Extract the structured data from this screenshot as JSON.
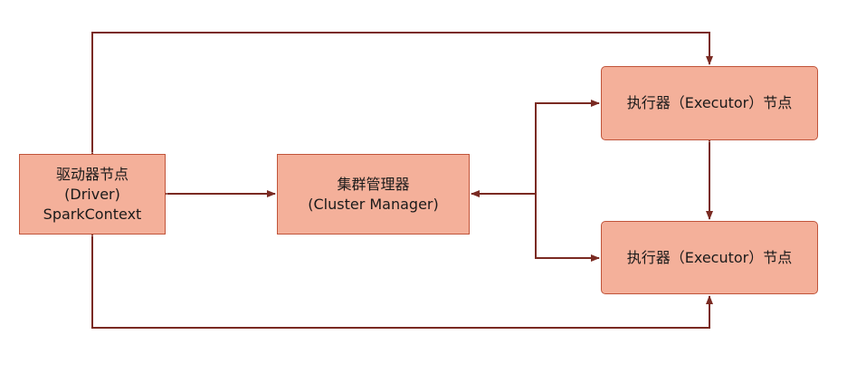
{
  "colors": {
    "node_fill": "#f4b09a",
    "node_border": "#c0543a",
    "edge": "#7a2a22"
  },
  "nodes": {
    "driver": {
      "line1": "驱动器节点",
      "line2": "(Driver)",
      "line3": "SparkContext"
    },
    "cluster_manager": {
      "line1": "集群管理器",
      "line2": "(Cluster Manager)"
    },
    "executor_top": {
      "label": "执行器（Executor）节点"
    },
    "executor_bottom": {
      "label": "执行器（Executor）节点"
    }
  }
}
